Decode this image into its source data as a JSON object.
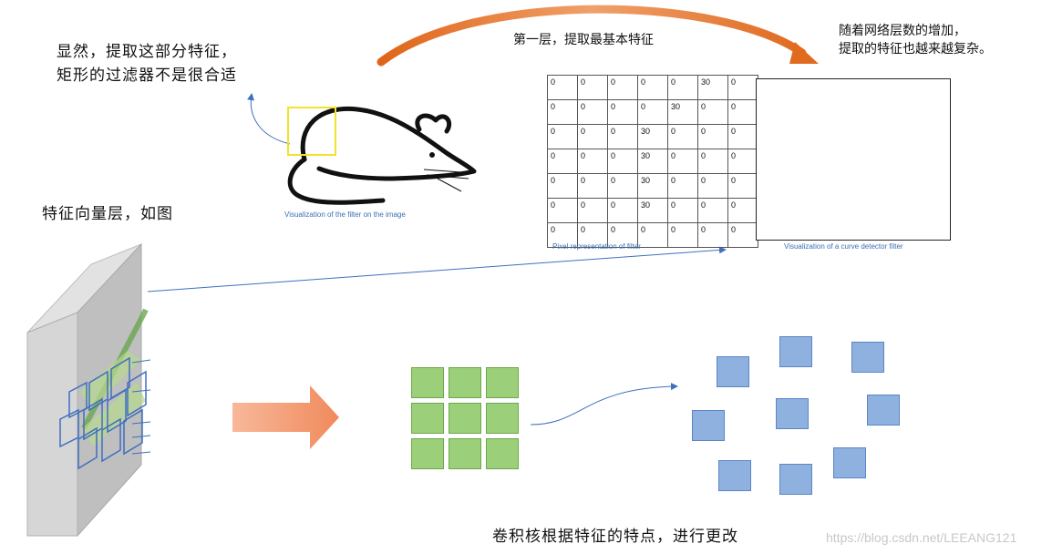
{
  "annotations": {
    "rect_filter_note_line1": "显然，提取这部分特征，",
    "rect_filter_note_line2": "矩形的过滤器不是很合适",
    "first_layer": "第一层，提取最基本特征",
    "deeper_line1": "随着网络层数的增加，",
    "deeper_line2": "提取的特征也越来越复杂。",
    "feature_vector": "特征向量层，如图",
    "kernel_update": "卷积核根据特征的特点，进行更改"
  },
  "captions": {
    "mouse": "Visualization of the filter on the image",
    "pixel": "Pixel representation  of filter",
    "curve": "Visualization of a curve detector  filter"
  },
  "pixel_grid": [
    [
      "0",
      "0",
      "0",
      "0",
      "0",
      "30",
      "0"
    ],
    [
      "0",
      "0",
      "0",
      "0",
      "30",
      "0",
      "0"
    ],
    [
      "0",
      "0",
      "0",
      "30",
      "0",
      "0",
      "0"
    ],
    [
      "0",
      "0",
      "0",
      "30",
      "0",
      "0",
      "0"
    ],
    [
      "0",
      "0",
      "0",
      "30",
      "0",
      "0",
      "0"
    ],
    [
      "0",
      "0",
      "0",
      "30",
      "0",
      "0",
      "0"
    ],
    [
      "0",
      "0",
      "0",
      "0",
      "0",
      "0",
      "0"
    ]
  ],
  "watermark": "https://blog.csdn.net/LEEANG121",
  "colors": {
    "arc_orange": "#e0651a",
    "big_arrow": "#f5a582",
    "green_kernel": "#9ccf79",
    "blue_kernel": "#8fb1e0",
    "line_blue": "#3f6fbf",
    "highlight_yellow": "#f2e22a"
  }
}
